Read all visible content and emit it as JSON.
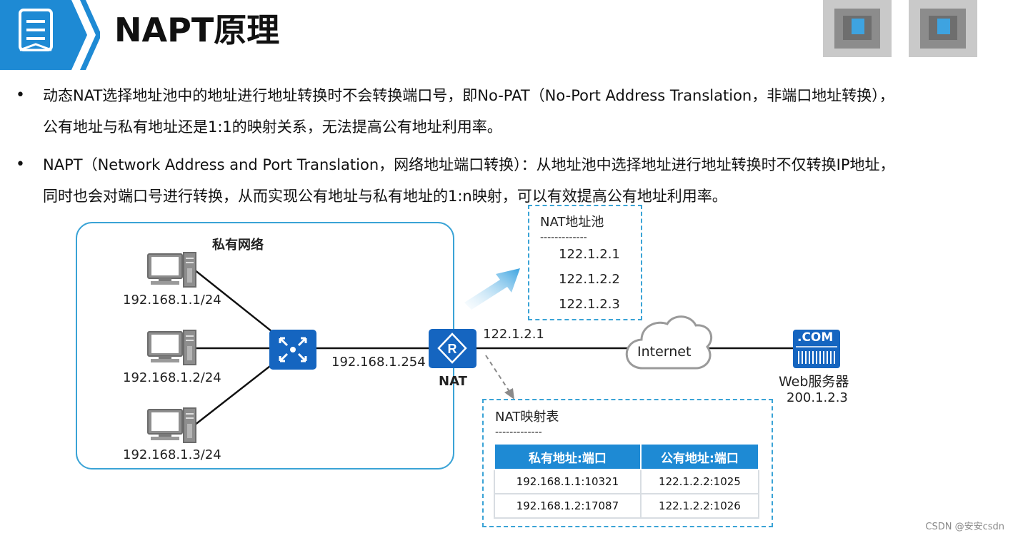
{
  "header": {
    "title": "NAPT原理"
  },
  "bullets": [
    {
      "line1": "动态NAT选择地址池中的地址进行地址转换时不会转换端口号，即No-PAT（No-Port Address Translation，非端口地址转换），",
      "line2": "公有地址与私有地址还是1:1的映射关系，无法提高公有地址利用率。"
    },
    {
      "line1": "NAPT（Network Address and Port Translation，网络地址端口转换）：从地址池中选择地址进行地址转换时不仅转换IP地址，",
      "line2": "同时也会对端口号进行转换，从而实现公有地址与私有地址的1:n映射，可以有效提高公有地址利用率。"
    }
  ],
  "diagram": {
    "private_network_label": "私有网络",
    "hosts": [
      "192.168.1.1/24",
      "192.168.1.2/24",
      "192.168.1.3/24"
    ],
    "router_inside_ip": "192.168.1.254",
    "router_label": "NAT",
    "router_outside_ip": "122.1.2.1",
    "internet_label": "Internet",
    "server_badge": ".COM",
    "server_label": "Web服务器",
    "server_ip": "200.1.2.3",
    "pool": {
      "title": "NAT地址池",
      "divider": "-------------",
      "addresses": [
        "122.1.2.1",
        "122.1.2.2",
        "122.1.2.3"
      ]
    },
    "mapping": {
      "title": "NAT映射表",
      "divider": "-------------",
      "headers": [
        "私有地址:端口",
        "公有地址:端口"
      ],
      "rows": [
        [
          "192.168.1.1:10321",
          "122.1.2.2:1025"
        ],
        [
          "192.168.1.2:17087",
          "122.1.2.2:1026"
        ]
      ]
    }
  },
  "watermark": "CSDN @安安csdn",
  "colors": {
    "accent": "#1e8ad4",
    "dark_blue": "#1565c0",
    "dashed_border": "#3aa3d6"
  }
}
